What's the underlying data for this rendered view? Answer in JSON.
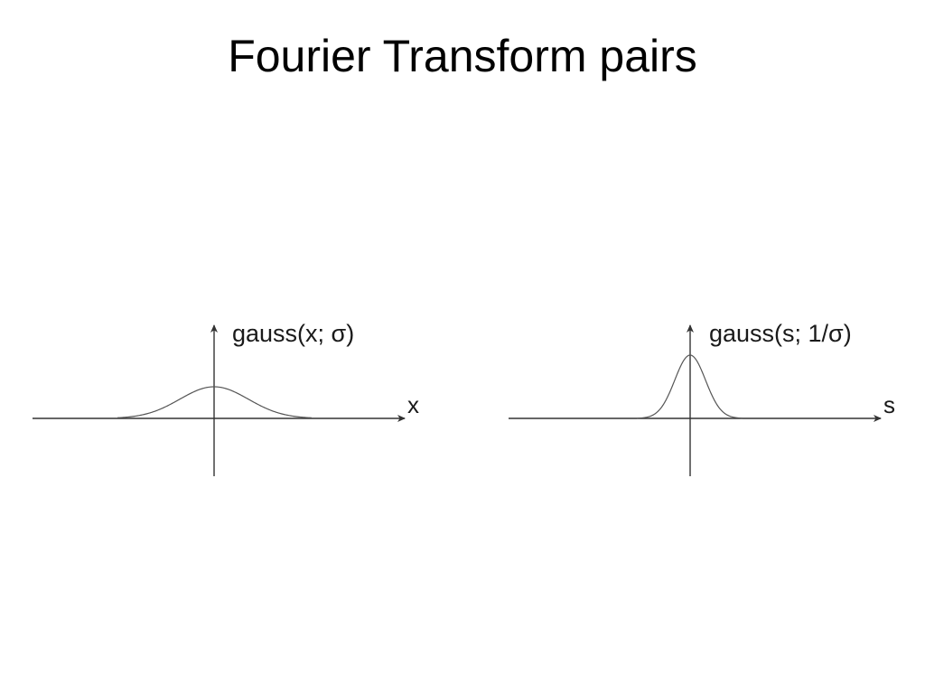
{
  "slide": {
    "title": "Fourier Transform pairs"
  },
  "left_plot": {
    "label": "gauss(x; σ)",
    "x_axis": "x",
    "curve": "wide gaussian"
  },
  "right_plot": {
    "label": "gauss(s; 1/σ)",
    "x_axis": "s",
    "curve": "narrow gaussian"
  },
  "colors": {
    "background": "#ffffff",
    "axis": "#333333",
    "curve": "#555555",
    "text": "#000000"
  }
}
